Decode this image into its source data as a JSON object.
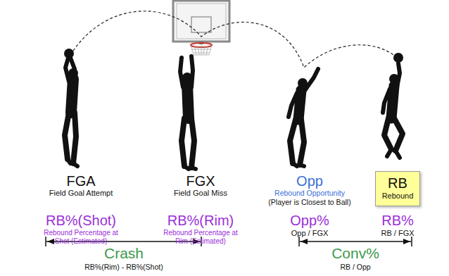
{
  "diagram": {
    "nodes": [
      {
        "text": [
          "RB",
          "Rebound"
        ]
      }
    ],
    "labels": [
      "FGA",
      "Field Goal Attempt",
      "FGX",
      "Field Goal Miss",
      "Opp",
      "Rebound Opportunity",
      "(Player is Closest to Ball)",
      "RB%(Shot)",
      "Rebound Percentage at Shot (Estimated)",
      "RB%(Rim)",
      "Rebound Percentage at Rim (Estimated)",
      "Opp%",
      "Opp / FGX",
      "RB%",
      "RB / FGX",
      "Crash",
      "RB%(Rim) - RB%(Shot)",
      "Conv%",
      "RB / Opp"
    ]
  }
}
